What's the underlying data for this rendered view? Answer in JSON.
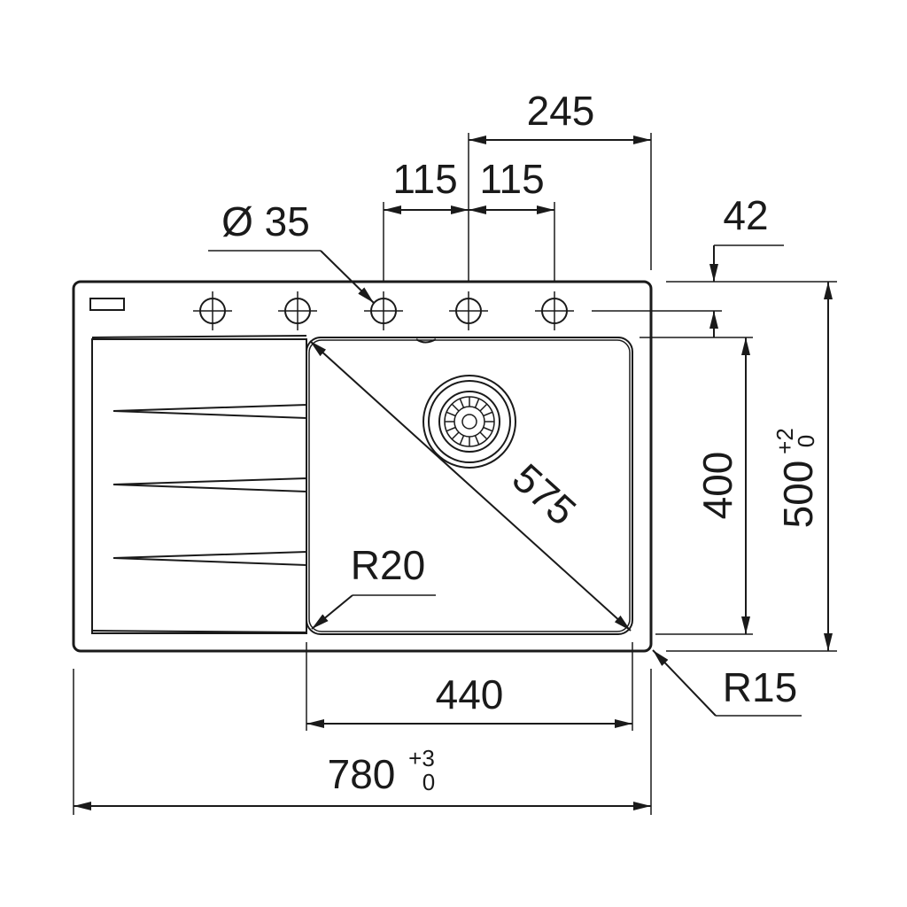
{
  "dimensions": {
    "hole_spacing_total": "245",
    "hole_spacing_left": "115",
    "hole_spacing_right": "115",
    "hole_diameter": "Ø 35",
    "hole_offset": "42",
    "bowl_diagonal": "575",
    "bowl_depth": "400",
    "overall_depth": "500",
    "overall_depth_tol_upper": "+2",
    "overall_depth_tol_lower": "0",
    "bowl_corner_radius": "R20",
    "outer_corner_radius": "R15",
    "bowl_width": "440",
    "overall_width": "780",
    "overall_width_tol_upper": "+3",
    "overall_width_tol_lower": "0"
  }
}
